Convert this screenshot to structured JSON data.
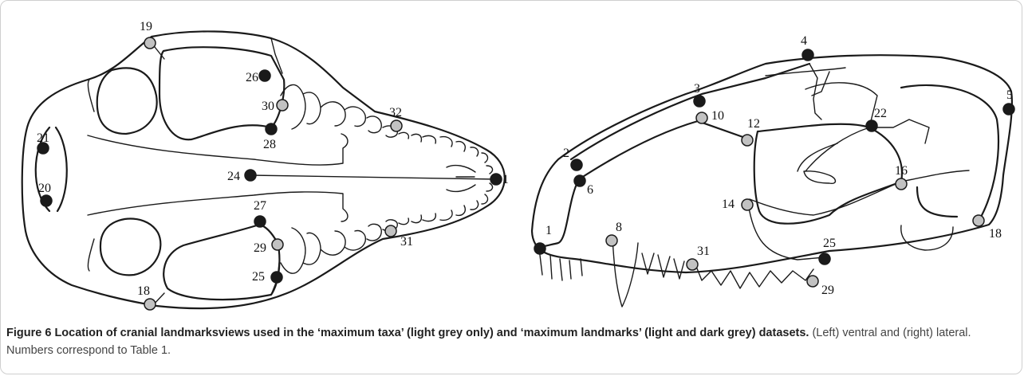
{
  "caption": {
    "label": "Figure 6",
    "title": "Location of cranial landmarksviews used in the ‘maximum taxa’ (light grey only) and ‘maximum landmarks’ (light and dark grey) datasets.",
    "body": "(Left) ventral and (right) lateral. Numbers correspond to Table 1."
  },
  "colors": {
    "dark_landmark": "#1a1a1a",
    "light_landmark": "#c2c2c2",
    "outline": "#1a1a1a"
  },
  "ventral_view": {
    "landmarks": [
      {
        "label": "19",
        "kind": "light"
      },
      {
        "label": "26",
        "kind": "dark"
      },
      {
        "label": "30",
        "kind": "light"
      },
      {
        "label": "28",
        "kind": "dark"
      },
      {
        "label": "32",
        "kind": "light"
      },
      {
        "label": "21",
        "kind": "dark"
      },
      {
        "label": "20",
        "kind": "dark"
      },
      {
        "label": "24",
        "kind": "dark"
      },
      {
        "label": "1",
        "kind": "dark"
      },
      {
        "label": "27",
        "kind": "dark"
      },
      {
        "label": "29",
        "kind": "light"
      },
      {
        "label": "31",
        "kind": "light"
      },
      {
        "label": "25",
        "kind": "dark"
      },
      {
        "label": "18",
        "kind": "light"
      }
    ]
  },
  "lateral_view": {
    "landmarks": [
      {
        "label": "4",
        "kind": "dark"
      },
      {
        "label": "5",
        "kind": "dark"
      },
      {
        "label": "3",
        "kind": "dark"
      },
      {
        "label": "10",
        "kind": "light"
      },
      {
        "label": "12",
        "kind": "light"
      },
      {
        "label": "22",
        "kind": "dark"
      },
      {
        "label": "2",
        "kind": "dark"
      },
      {
        "label": "6",
        "kind": "dark"
      },
      {
        "label": "16",
        "kind": "light"
      },
      {
        "label": "14",
        "kind": "light"
      },
      {
        "label": "18",
        "kind": "light"
      },
      {
        "label": "1",
        "kind": "dark"
      },
      {
        "label": "8",
        "kind": "light"
      },
      {
        "label": "31",
        "kind": "light"
      },
      {
        "label": "25",
        "kind": "dark"
      },
      {
        "label": "29",
        "kind": "light"
      }
    ]
  }
}
